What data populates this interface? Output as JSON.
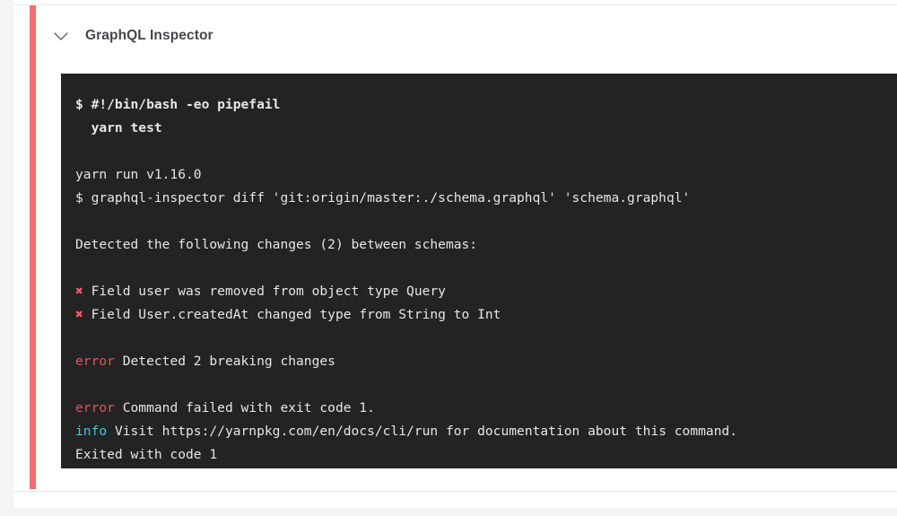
{
  "card": {
    "accent_color": "#f26d6d",
    "title": "GraphQL Inspector",
    "collapse_icon": "chevron-down-icon"
  },
  "terminal": {
    "background": "#232323",
    "foreground": "#e6e6e6",
    "error_color": "#e05561",
    "info_color": "#46c6d8",
    "cross_color": "#ec5f67",
    "cross_glyph": "✖",
    "lines": [
      {
        "id": "cmd-shebang",
        "bold": true,
        "segments": [
          {
            "text": "$ #!/bin/bash -eo pipefail",
            "style": "plain"
          }
        ]
      },
      {
        "id": "cmd-yarn-test",
        "bold": true,
        "segments": [
          {
            "text": "  yarn test",
            "style": "plain"
          }
        ]
      },
      {
        "id": "blank-1",
        "blank": true,
        "segments": []
      },
      {
        "id": "yarn-run-version",
        "segments": [
          {
            "text": "yarn run v1.16.0",
            "style": "plain"
          }
        ]
      },
      {
        "id": "cmd-inspector-diff",
        "segments": [
          {
            "text": "$ graphql-inspector diff 'git:origin/master:./schema.graphql' 'schema.graphql'",
            "style": "plain"
          }
        ]
      },
      {
        "id": "blank-2",
        "blank": true,
        "segments": []
      },
      {
        "id": "detected-changes",
        "segments": [
          {
            "text": "Detected the following changes (2) between schemas:",
            "style": "plain"
          }
        ]
      },
      {
        "id": "blank-3",
        "blank": true,
        "segments": []
      },
      {
        "id": "change-1",
        "segments": [
          {
            "text": "✖",
            "style": "cross"
          },
          {
            "text": " Field user was removed from object type Query",
            "style": "plain"
          }
        ]
      },
      {
        "id": "change-2",
        "segments": [
          {
            "text": "✖",
            "style": "cross"
          },
          {
            "text": " Field User.createdAt changed type from String to Int",
            "style": "plain"
          }
        ]
      },
      {
        "id": "blank-4",
        "blank": true,
        "segments": []
      },
      {
        "id": "error-breaking",
        "segments": [
          {
            "text": "error",
            "style": "error"
          },
          {
            "text": " Detected 2 breaking changes",
            "style": "plain"
          }
        ]
      },
      {
        "id": "blank-5",
        "blank": true,
        "segments": []
      },
      {
        "id": "error-exit-code",
        "segments": [
          {
            "text": "error",
            "style": "error"
          },
          {
            "text": " Command failed with exit code 1.",
            "style": "plain"
          }
        ]
      },
      {
        "id": "info-docs",
        "segments": [
          {
            "text": "info",
            "style": "info"
          },
          {
            "text": " Visit https://yarnpkg.com/en/docs/cli/run for documentation about this command.",
            "style": "plain"
          }
        ]
      },
      {
        "id": "exited-code",
        "segments": [
          {
            "text": "Exited with code 1",
            "style": "plain"
          }
        ]
      }
    ]
  }
}
